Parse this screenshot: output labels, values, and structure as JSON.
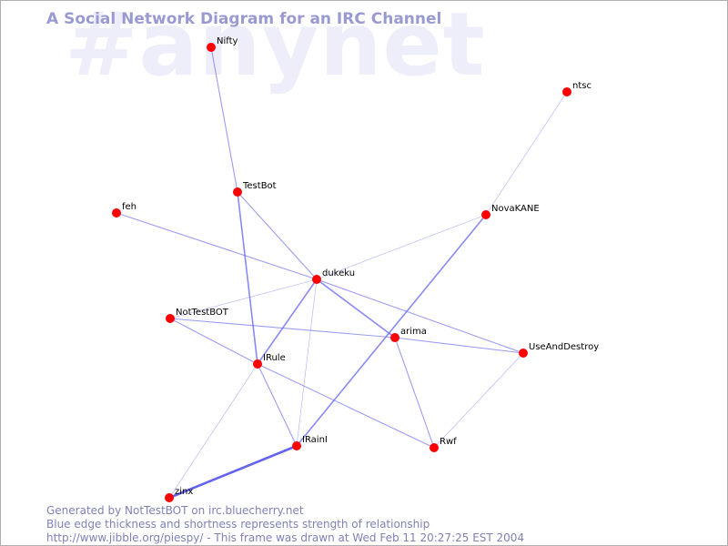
{
  "title": "A Social Network Diagram for an IRC Channel",
  "watermark": "#anynet",
  "footer": {
    "line1": "Generated by NotTestBOT on irc.bluecherry.net",
    "line2": "Blue edge thickness and shortness represents strength of relationship",
    "line3": "http://www.jibble.org/piespy/ - This frame was drawn at Wed Feb 11 20:27:25 EST 2004"
  },
  "colors": {
    "node": "#ff0000",
    "edge": "#6464f0",
    "title": "#9a9ad2",
    "footer": "#8080b8",
    "watermark": "#eeeefb"
  },
  "nodes": [
    "Nifty",
    "ntsc",
    "TestBot",
    "feh",
    "NovaKANE",
    "dukeku",
    "NotTestBOT",
    "arima",
    "UseAndDestroy",
    "IRule",
    "IRainI",
    "Rwf",
    "zinx"
  ],
  "edges": [
    {
      "source": "Nifty",
      "target": "TestBot",
      "strength": 2
    },
    {
      "source": "ntsc",
      "target": "NovaKANE",
      "strength": 1
    },
    {
      "source": "TestBot",
      "target": "dukeku",
      "strength": 2
    },
    {
      "source": "TestBot",
      "target": "IRule",
      "strength": 3
    },
    {
      "source": "feh",
      "target": "dukeku",
      "strength": 2
    },
    {
      "source": "NovaKANE",
      "target": "dukeku",
      "strength": 1
    },
    {
      "source": "NovaKANE",
      "target": "IRainI",
      "strength": 3
    },
    {
      "source": "dukeku",
      "target": "NotTestBOT",
      "strength": 1
    },
    {
      "source": "dukeku",
      "target": "arima",
      "strength": 3
    },
    {
      "source": "dukeku",
      "target": "IRule",
      "strength": 3
    },
    {
      "source": "dukeku",
      "target": "IRainI",
      "strength": 1
    },
    {
      "source": "dukeku",
      "target": "UseAndDestroy",
      "strength": 2
    },
    {
      "source": "NotTestBOT",
      "target": "arima",
      "strength": 2
    },
    {
      "source": "NotTestBOT",
      "target": "IRule",
      "strength": 2
    },
    {
      "source": "arima",
      "target": "UseAndDestroy",
      "strength": 2
    },
    {
      "source": "arima",
      "target": "Rwf",
      "strength": 2
    },
    {
      "source": "IRule",
      "target": "IRainI",
      "strength": 2
    },
    {
      "source": "IRule",
      "target": "Rwf",
      "strength": 2
    },
    {
      "source": "IRule",
      "target": "zinx",
      "strength": 1
    },
    {
      "source": "UseAndDestroy",
      "target": "Rwf",
      "strength": 1
    },
    {
      "source": "IRainI",
      "target": "zinx",
      "strength": 5
    }
  ]
}
